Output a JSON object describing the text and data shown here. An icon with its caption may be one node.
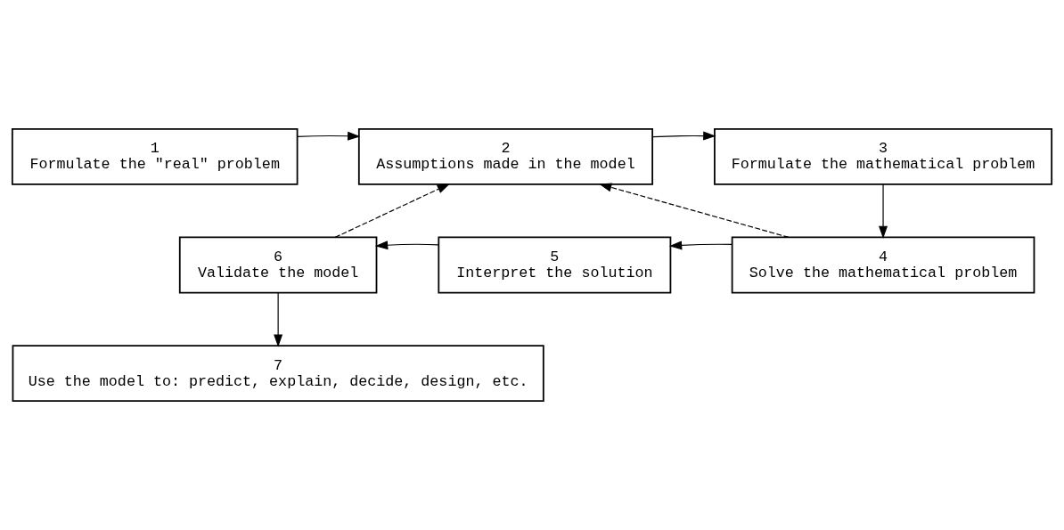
{
  "diagram": {
    "nodes": [
      {
        "text": [
          "1",
          "Formulate the \"real\" problem"
        ]
      },
      {
        "text": [
          "2",
          "Assumptions made in the model"
        ]
      },
      {
        "text": [
          "3",
          "Formulate the mathematical problem"
        ]
      },
      {
        "text": [
          "4",
          "Solve the mathematical problem"
        ]
      },
      {
        "text": [
          "5",
          "Interpret the solution"
        ]
      },
      {
        "text": [
          "6",
          "Validate the model"
        ]
      },
      {
        "text": [
          "7",
          "Use the model to: predict, explain, decide, design, etc."
        ]
      }
    ],
    "edges": [
      {
        "from": 0,
        "to": 1,
        "arrow": "to"
      },
      {
        "from": 1,
        "to": 2,
        "arrow": "to"
      },
      {
        "from": 2,
        "to": 3,
        "arrow": "to"
      },
      {
        "from": 3,
        "to": 1,
        "arrow": "to",
        "style": "dashed"
      },
      {
        "from": 3,
        "to": 4,
        "arrow": "to"
      },
      {
        "from": 4,
        "to": 5,
        "arrow": "to"
      },
      {
        "from": 5,
        "to": 1,
        "arrow": "to",
        "style": "dashed"
      },
      {
        "from": 5,
        "to": 6,
        "arrow": "to"
      }
    ]
  }
}
